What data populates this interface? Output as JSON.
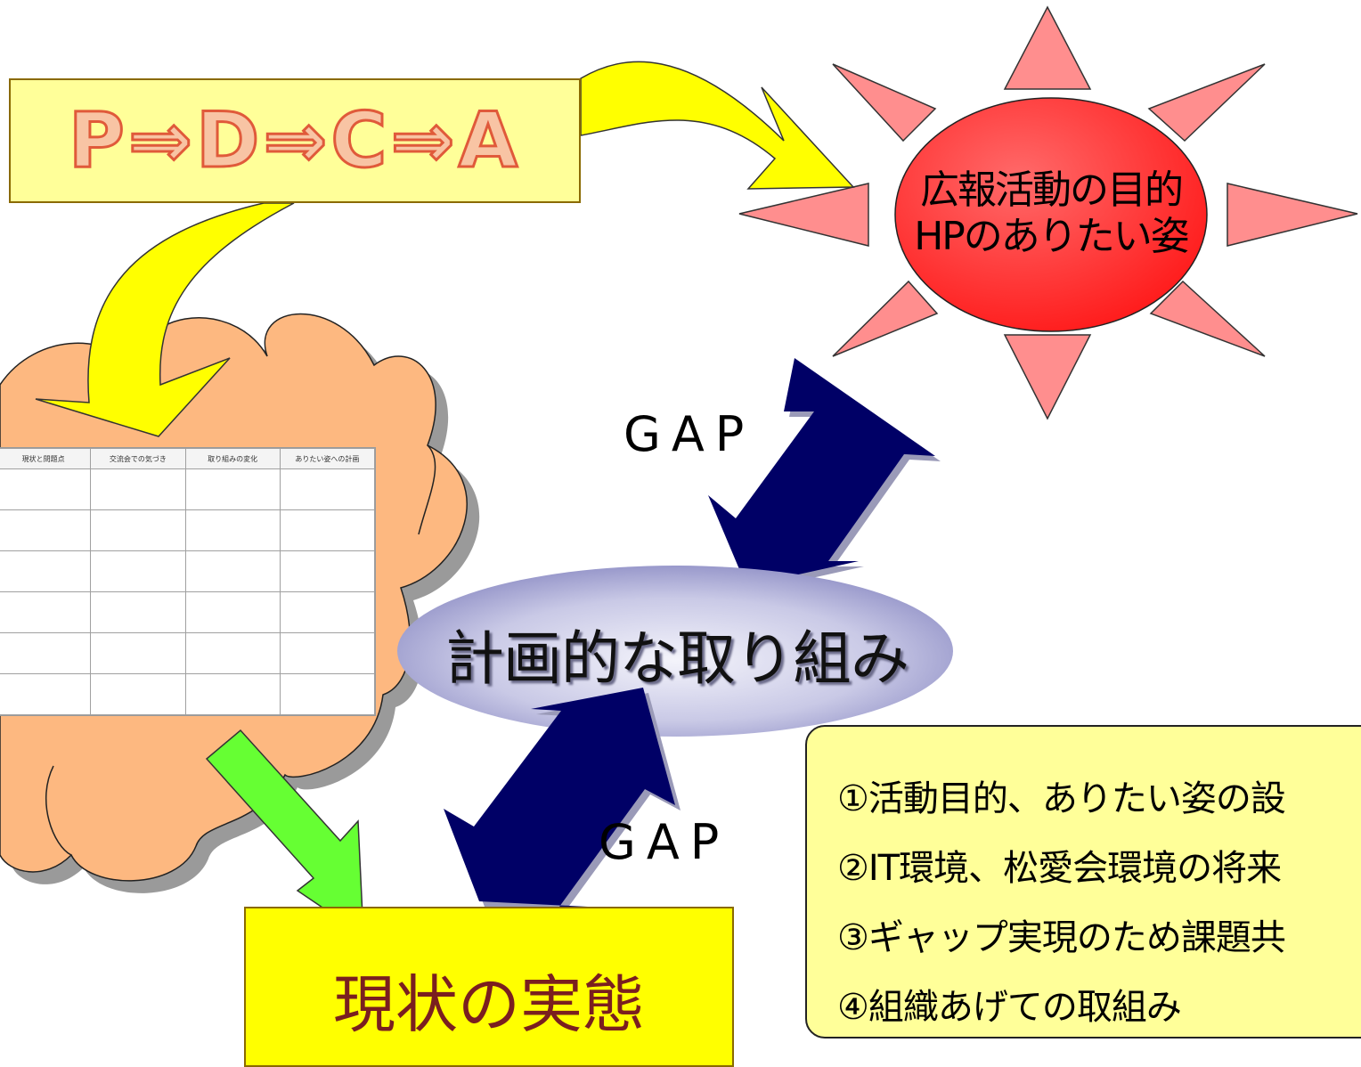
{
  "pdca": {
    "label": "P⇒D⇒C⇒A"
  },
  "goal": {
    "line1": "広報活動の目的",
    "line2": "HPのありたい姿"
  },
  "gap_upper": "GAP",
  "gap_lower": "GAP",
  "plan": {
    "label": "計画的な取り組み"
  },
  "current": {
    "label": "現状の実態"
  },
  "worksheet": {
    "columns": [
      "現状と問題点",
      "交流会での気づき",
      "取り組みの変化",
      "ありたい姿への計画"
    ],
    "rows": 6
  },
  "steps": [
    "①活動目的、ありたい姿の設",
    "②IT環境、松愛会環境の将来",
    "③ギャップ実現のため課題共",
    "④組織あげての取組み"
  ],
  "colors": {
    "pdca_fill": "#ffff99",
    "pdca_text_fill": "#f8c4a4",
    "pdca_text_outline": "#e05a3a",
    "sun_ray": "#ff8e8e",
    "sun_core": "#ff2a2a",
    "curved_arrow": "#ffff00",
    "cloud": "#fdb880",
    "gap_arrow": "#000066",
    "plan_ellipse": "#9b9bd0",
    "current_fill": "#ffff00",
    "current_text": "#7a1f1f",
    "green_arrow": "#66ff33"
  }
}
